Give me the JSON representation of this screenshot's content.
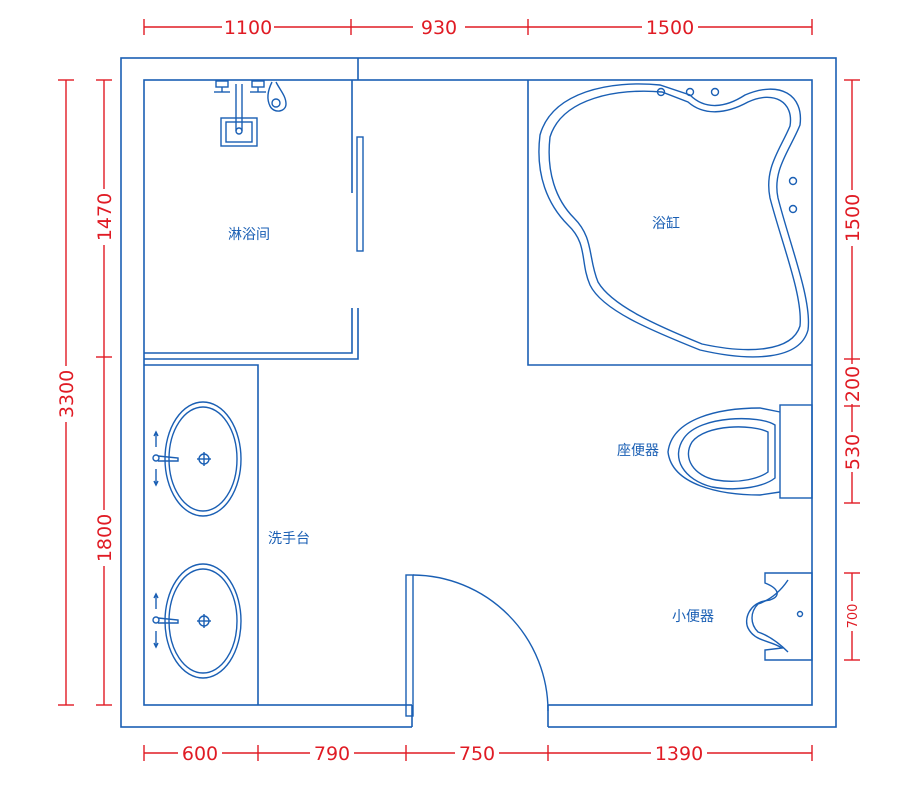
{
  "labels": {
    "shower": "淋浴间",
    "bathtub": "浴缸",
    "toilet": "座便器",
    "vanity": "洗手台",
    "urinal": "小便器"
  },
  "dims": {
    "top": [
      "1100",
      "930",
      "1500"
    ],
    "bottom": [
      "600",
      "790",
      "750",
      "1390"
    ],
    "left_outer": "3300",
    "left_inner": [
      "1470",
      "1800"
    ],
    "right": [
      "1500",
      "200",
      "530",
      "700"
    ]
  },
  "colors": {
    "walls": "#1a5fb4",
    "dimensions": "#e01b24"
  }
}
